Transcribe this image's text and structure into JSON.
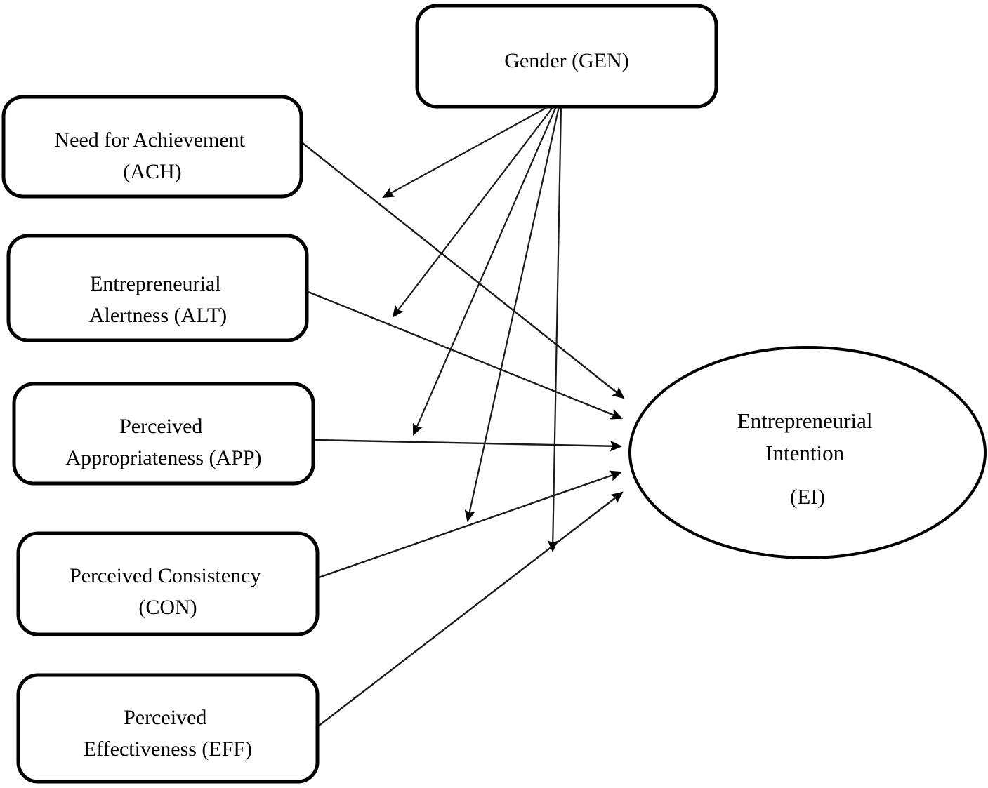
{
  "diagram": {
    "type": "conceptual-research-model",
    "background_color": "#ffffff",
    "stroke_color": "#000000",
    "nodes": {
      "moderator": {
        "id": "GEN",
        "shape": "rounded-rectangle",
        "label_line1": "Gender (GEN)",
        "label_line2": ""
      },
      "predictors": [
        {
          "id": "ACH",
          "shape": "rounded-rectangle",
          "label_line1": "Need for Achievement",
          "label_line2": "(ACH)"
        },
        {
          "id": "ALT",
          "shape": "rounded-rectangle",
          "label_line1": "Entrepreneurial",
          "label_line2": "Alertness (ALT)"
        },
        {
          "id": "APP",
          "shape": "rounded-rectangle",
          "label_line1": "Perceived",
          "label_line2": "Appropriateness (APP)"
        },
        {
          "id": "CON",
          "shape": "rounded-rectangle",
          "label_line1": "Perceived Consistency",
          "label_line2": "(CON)"
        },
        {
          "id": "EFF",
          "shape": "rounded-rectangle",
          "label_line1": "Perceived",
          "label_line2": "Effectiveness (EFF)"
        }
      ],
      "outcome": {
        "id": "EI",
        "shape": "ellipse",
        "label_line1": "Entrepreneurial",
        "label_line2": "Intention",
        "label_line3": "(EI)"
      }
    },
    "edges": {
      "direct": [
        {
          "from": "ACH",
          "to": "EI",
          "arrow": "single"
        },
        {
          "from": "ALT",
          "to": "EI",
          "arrow": "single"
        },
        {
          "from": "APP",
          "to": "EI",
          "arrow": "single"
        },
        {
          "from": "CON",
          "to": "EI",
          "arrow": "single"
        },
        {
          "from": "EFF",
          "to": "EI",
          "arrow": "single"
        }
      ],
      "moderating": [
        {
          "from": "GEN",
          "to": "ACH-EI",
          "arrow": "single"
        },
        {
          "from": "GEN",
          "to": "ALT-EI",
          "arrow": "single"
        },
        {
          "from": "GEN",
          "to": "APP-EI",
          "arrow": "single"
        },
        {
          "from": "GEN",
          "to": "CON-EI",
          "arrow": "single"
        },
        {
          "from": "GEN",
          "to": "EFF-EI",
          "arrow": "single"
        }
      ]
    }
  }
}
